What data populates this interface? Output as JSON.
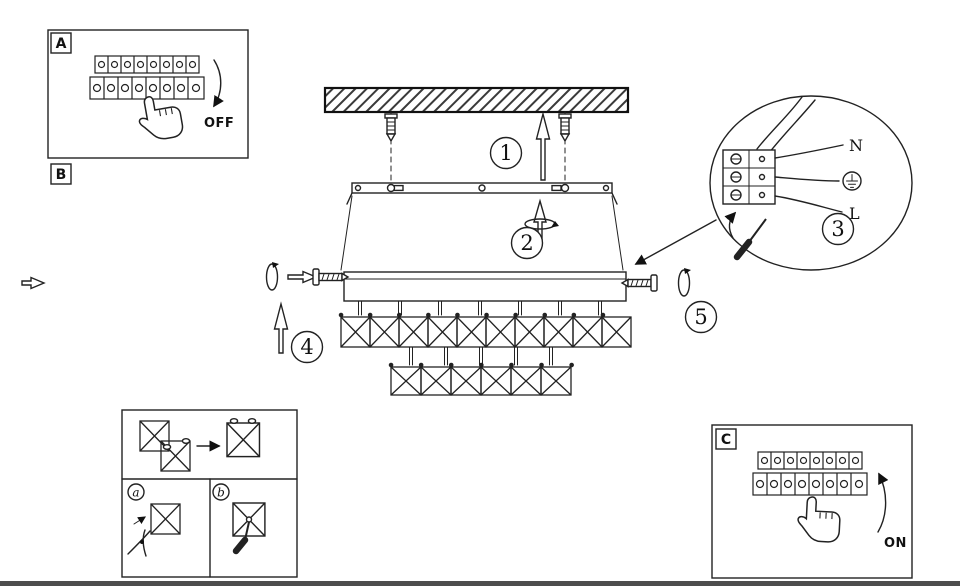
{
  "panel_a": {
    "label": "A",
    "state": "OFF"
  },
  "panel_b": {
    "label": "B"
  },
  "panel_c": {
    "label": "C",
    "state": "ON"
  },
  "steps": {
    "s1": "1",
    "s2": "2",
    "s3": "3",
    "s4": "4",
    "s5": "5"
  },
  "wiring": {
    "neutral": "N",
    "live": "L"
  },
  "inset": {
    "step_a": "a",
    "step_b": "b"
  },
  "icons": {
    "hand": "pointing-hand-icon",
    "ground": "earth-ground-icon",
    "rotate": "rotation-arrow-icon",
    "pliers": "pliers-icon",
    "screwdriver": "screwdriver-icon",
    "ceiling": "hatched-ceiling",
    "anchor": "wall-anchor-icon",
    "screw": "screw-icon"
  }
}
